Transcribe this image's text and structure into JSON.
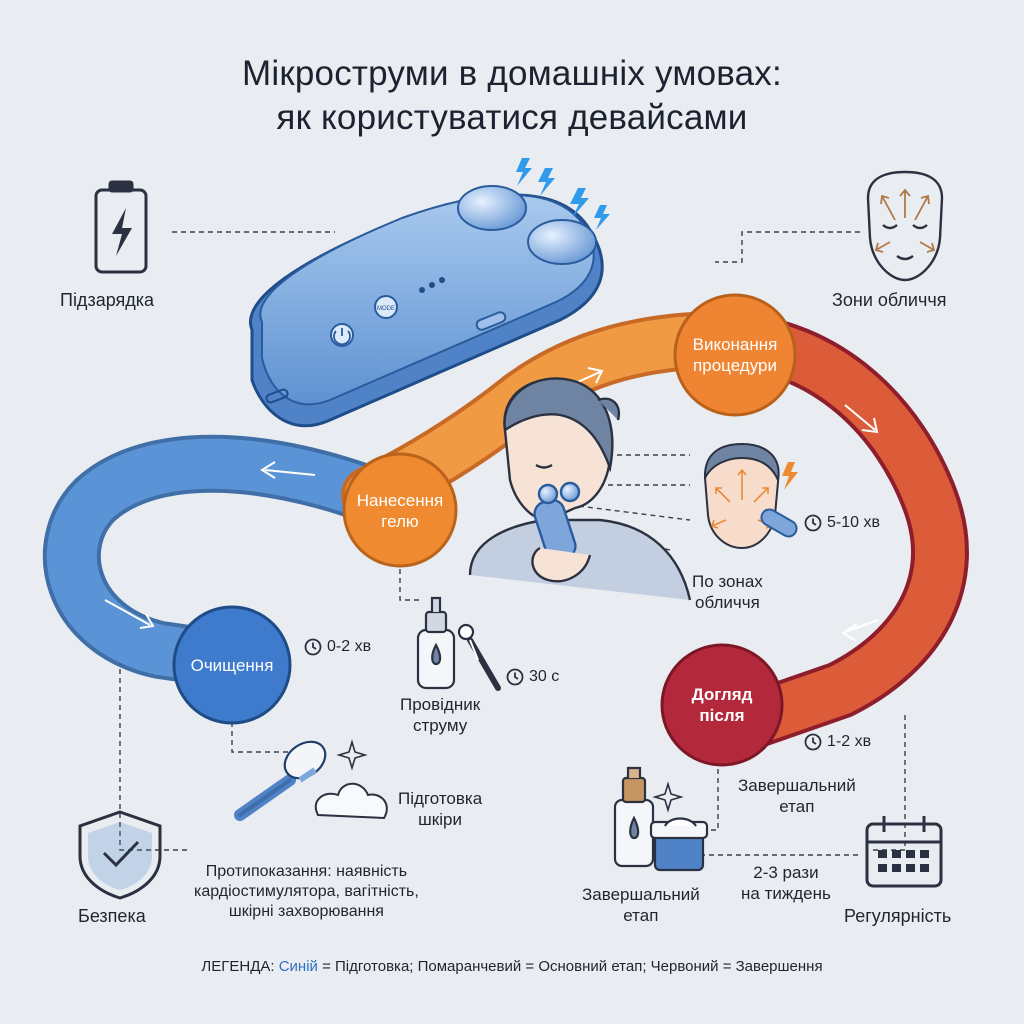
{
  "title": {
    "line1": "Мікроструми в домашніх умовах:",
    "line2": "як користуватися девайсами"
  },
  "corners": {
    "charge": "Підзарядка",
    "face_zones": "Зони обличчя",
    "safety": "Безпека",
    "regularity": "Регулярність"
  },
  "device": {
    "mode_label": "MODE"
  },
  "stages": {
    "cleansing": {
      "label": "Очищення",
      "time": "0-2 хв",
      "note_line1": "Підготовка",
      "note_line2": "шкіри"
    },
    "gel": {
      "line1": "Нанесення",
      "line2": "гелю",
      "time": "30 с",
      "note_line1": "Провідник",
      "note_line2": "струму"
    },
    "procedure": {
      "line1": "Виконання",
      "line2": "процедури",
      "time": "5-10 хв",
      "note_line1": "По зонах",
      "note_line2": "обличчя"
    },
    "aftercare": {
      "line1": "Догляд",
      "line2": "після",
      "time": "1-2 хв",
      "note_line1": "Завершальний",
      "note_line2": "етап"
    }
  },
  "final_step": {
    "line1": "Завершальний",
    "line2": "етап"
  },
  "frequency": {
    "line1": "2-3 рази",
    "line2": "на тиждень"
  },
  "contraindications": {
    "line1": "Протипоказання: наявність",
    "line2": "кардіостимулятора, вагітність,",
    "line3": "шкірні захворювання"
  },
  "legend": {
    "prefix": "ЛЕГЕНДА:",
    "blue": "Синій",
    "rest": "= Підготовка; Помаранчевий = Основний етап; Червоний = Завершення"
  },
  "colors": {
    "blue": "#4a86cf",
    "orange": "#ef8a35",
    "red": "#b4283c",
    "background": "#e9edf2"
  },
  "icons": [
    "battery-bolt-icon",
    "face-arrows-icon",
    "shield-check-icon",
    "calendar-icon",
    "clock-icon",
    "brush-icon",
    "dropper-bottle-icon",
    "serum-jar-icon",
    "lightning-icon"
  ]
}
